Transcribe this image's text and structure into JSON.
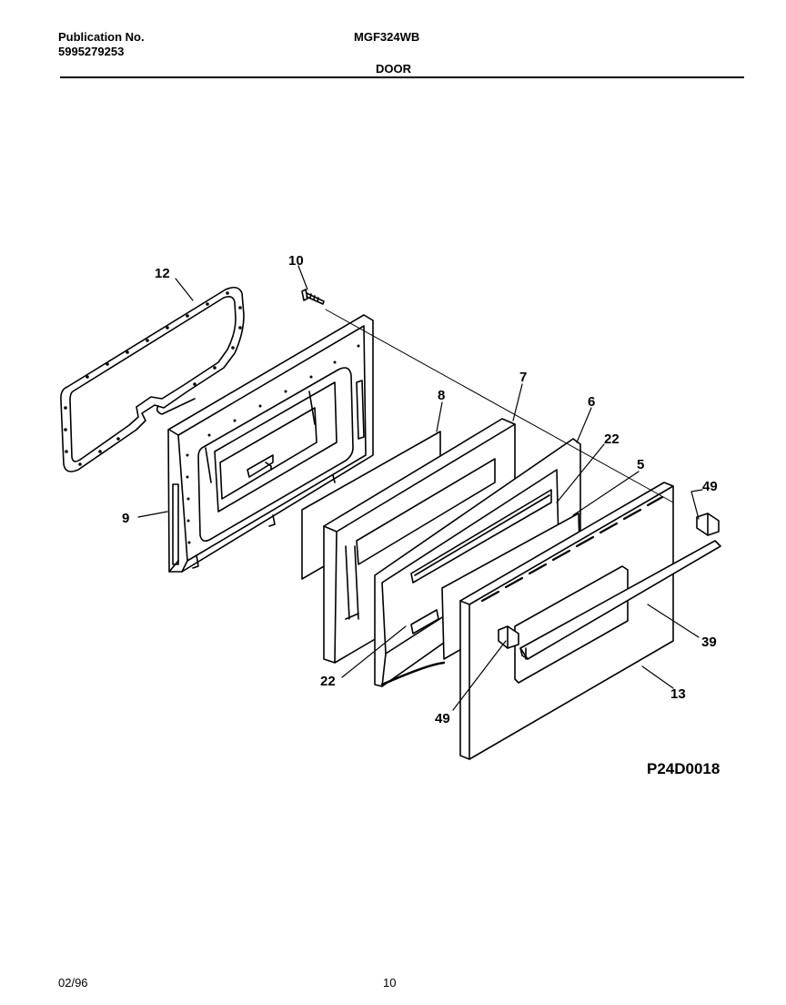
{
  "header": {
    "publication_label": "Publication No.",
    "publication_number": "5995279253",
    "model": "MGF324WB",
    "section": "DOOR"
  },
  "diagram": {
    "callouts": [
      {
        "id": "c12",
        "text": "12"
      },
      {
        "id": "c10",
        "text": "10"
      },
      {
        "id": "c9",
        "text": "9"
      },
      {
        "id": "c8",
        "text": "8"
      },
      {
        "id": "c7",
        "text": "7"
      },
      {
        "id": "c6",
        "text": "6"
      },
      {
        "id": "c22a",
        "text": "22"
      },
      {
        "id": "c5",
        "text": "5"
      },
      {
        "id": "c49a",
        "text": "49"
      },
      {
        "id": "c39",
        "text": "39"
      },
      {
        "id": "c13",
        "text": "13"
      },
      {
        "id": "c22b",
        "text": "22"
      },
      {
        "id": "c49b",
        "text": "49"
      }
    ],
    "drawing_code": "P24D0018"
  },
  "footer": {
    "date": "02/96",
    "page": "10"
  }
}
